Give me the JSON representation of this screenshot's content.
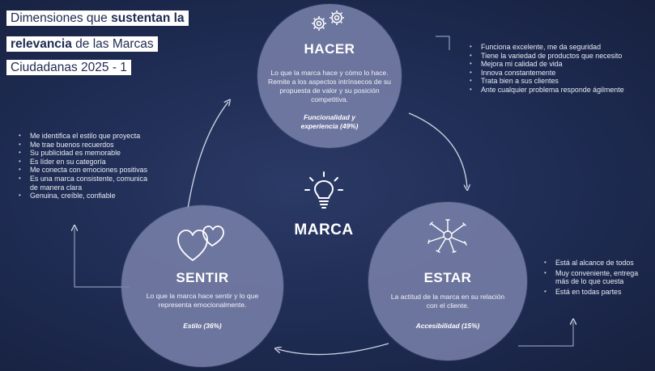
{
  "title": {
    "line1_pre": "Dimensiones que ",
    "line1_bold": "sustentan la",
    "line2_bold": "relevancia",
    "line2_post": " de las Marcas",
    "line3": "Ciudadanas 2025 - 1"
  },
  "center": {
    "label": "MARCA",
    "icon": "lightbulb-icon"
  },
  "hacer": {
    "heading": "HACER",
    "icon": "gears-icon",
    "description": "Lo que la marca hace y cómo lo hace. Remite a los aspectos intrínsecos de su propuesta de valor y su posición competitiva.",
    "tag_line1": "Funcionalidad y",
    "tag_line2": "experiencia (49%)",
    "bullets": [
      "Funciona excelente, me da seguridad",
      "Tiene la variedad de productos que necesito",
      "Mejora mi calidad de vida",
      "Innova constantemente",
      "Trata bien a sus clientes",
      "Ante cualquier problema responde ágilmente"
    ]
  },
  "sentir": {
    "heading": "SENTIR",
    "icon": "hearts-icon",
    "description": "Lo que la marca hace sentir y lo que representa emocionalmente.",
    "tag": "Estilo (36%)",
    "bullets": [
      "Me identifica el estilo que proyecta",
      "Me trae buenos recuerdos",
      "Su publicidad es memorable",
      "Es líder en su categoría",
      "Me conecta con emociones positivas",
      "Es una marca consistente, comunica de manera clara",
      "Genuina, creíble, confiable"
    ]
  },
  "estar": {
    "heading": "ESTAR",
    "icon": "joined-hands-icon",
    "description": "La actitud de la marca en su relación con el cliente.",
    "tag": "Accesibilidad (15%)",
    "bullets": [
      "Está al alcance de todos",
      "Muy conveniente, entrega más de lo que cuesta",
      "Está en todas partes"
    ]
  },
  "colors": {
    "background": "#1e2b52",
    "circle": "#7880a8",
    "text": "#ffffff"
  }
}
